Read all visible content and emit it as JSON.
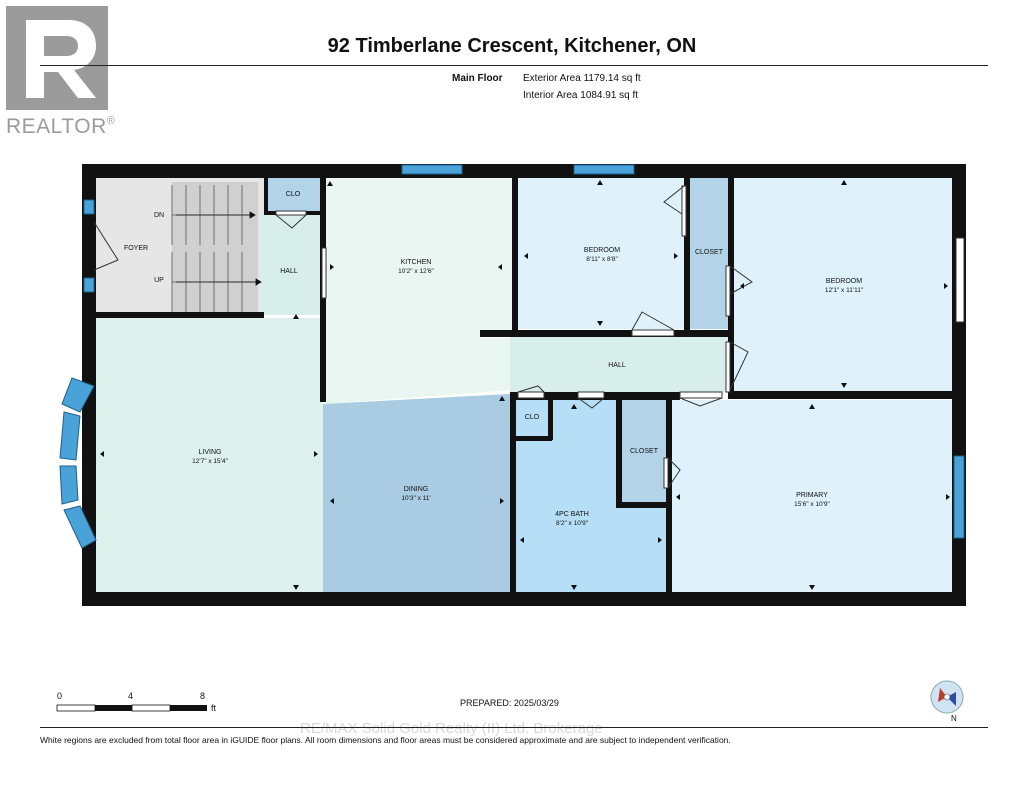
{
  "logo": {
    "text": "REALTOR",
    "registered": "®"
  },
  "header": {
    "title": "92 Timberlane Crescent, Kitchener, ON",
    "floor": "Main Floor",
    "exterior_area": "Exterior Area 1179.14 sq ft",
    "interior_area": "Interior Area 1084.91 sq ft"
  },
  "rooms": {
    "foyer": {
      "name": "FOYER"
    },
    "stairs_dn": {
      "name": "DN"
    },
    "stairs_up": {
      "name": "UP"
    },
    "clo_top": {
      "name": "CLO"
    },
    "hall_left": {
      "name": "HALL"
    },
    "kitchen": {
      "name": "KITCHEN",
      "dim": "10'2\" x 12'6\""
    },
    "bedroom1": {
      "name": "BEDROOM",
      "dim": "8'11\" x 8'8\""
    },
    "closet_top": {
      "name": "CLOSET"
    },
    "bedroom2": {
      "name": "BEDROOM",
      "dim": "12'1\" x 11'11\""
    },
    "hall_center": {
      "name": "HALL"
    },
    "living": {
      "name": "LIVING",
      "dim": "12'7\" x 15'4\""
    },
    "dining": {
      "name": "DINING",
      "dim": "10'3\" x 11'"
    },
    "clo_mid": {
      "name": "CLO"
    },
    "closet_mid": {
      "name": "CLOSET"
    },
    "bath": {
      "name": "4PC BATH",
      "dim": "8'2\" x 10'9\""
    },
    "primary": {
      "name": "PRIMARY",
      "dim": "15'6\" x 10'9\""
    }
  },
  "colors": {
    "wall": "#111111",
    "window": "#4aa3d8",
    "kitchen": "#e9f6f1",
    "living": "#dcf1ec",
    "dining": "#a9cce3",
    "hall": "#d7eeea",
    "bedroom": "#dff2fb",
    "closet": "#b3d3e8",
    "bath": "#b6def6",
    "primary": "#dff1fa",
    "foyer": "#e6e6e6"
  },
  "scale": {
    "labels": [
      "0",
      "4",
      "8"
    ],
    "unit": "ft"
  },
  "prepared": "PREPARED: 2025/03/29",
  "watermark": "RE/MAX Solid Gold Realty (II) Ltd. Brokerage",
  "compass": {
    "letter": "N"
  },
  "disclaimer": "White regions are excluded from total floor area in iGUIDE floor plans. All room dimensions and floor areas must be considered approximate and are subject to independent verification."
}
